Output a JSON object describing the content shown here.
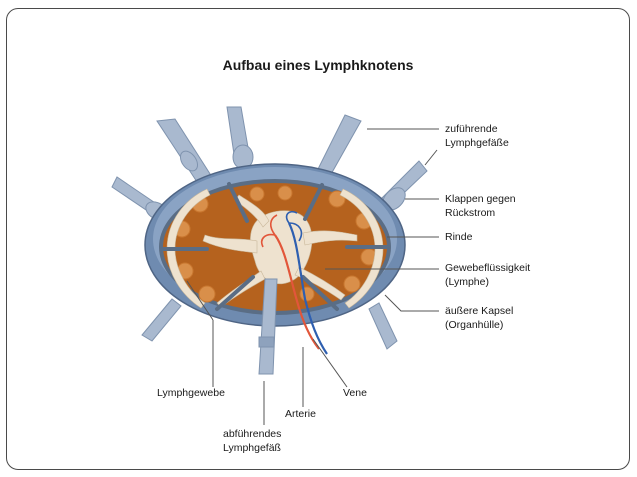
{
  "title": "Aufbau eines Lymphknotens",
  "labels": {
    "afferent": "zuführende\nLymphgefäße",
    "valves": "Klappen gegen\nRückstrom",
    "cortex": "Rinde",
    "fluid": "Gewebeflüssigkeit\n(Lymphe)",
    "capsule": "äußere Kapsel\n(Organhülle)",
    "tissue": "Lymphgewebe",
    "vein": "Vene",
    "artery": "Arterie",
    "efferent": "abführendes\nLymphgefäß"
  },
  "colors": {
    "capsule": "#6f8bb0",
    "rim": "#5a6d85",
    "tissue": "#b5621e",
    "follicle": "#d98f4a",
    "fluid": "#eee2cf",
    "vessel": "#a9b9cf",
    "artery": "#e2563a",
    "vein": "#2e5fb0"
  }
}
